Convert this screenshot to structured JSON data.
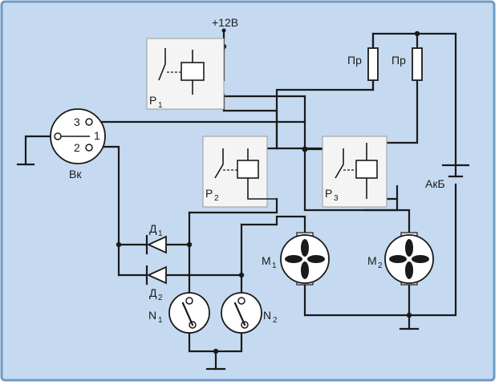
{
  "labels": {
    "supply": "+12В",
    "fuse1": "Пр",
    "fuse2": "Пр",
    "relay1": "Р",
    "relay1_sub": "1",
    "relay2": "Р",
    "relay2_sub": "2",
    "relay3": "Р",
    "relay3_sub": "3",
    "switch_pin3": "3",
    "switch_pin1": "1",
    "switch_pin2": "2",
    "switch": "Вк",
    "diode1": "Д",
    "diode1_sub": "1",
    "diode2": "Д",
    "diode2_sub": "2",
    "motor1": "М",
    "motor1_sub": "1",
    "motor2": "М",
    "motor2_sub": "2",
    "sensor1": "N",
    "sensor1_sub": "1",
    "sensor2": "N",
    "sensor2_sub": "2",
    "battery": "АкБ"
  },
  "colors": {
    "frame": "#6e9ac6",
    "background": "#c5daf0",
    "wire": "#1a1a1a"
  }
}
